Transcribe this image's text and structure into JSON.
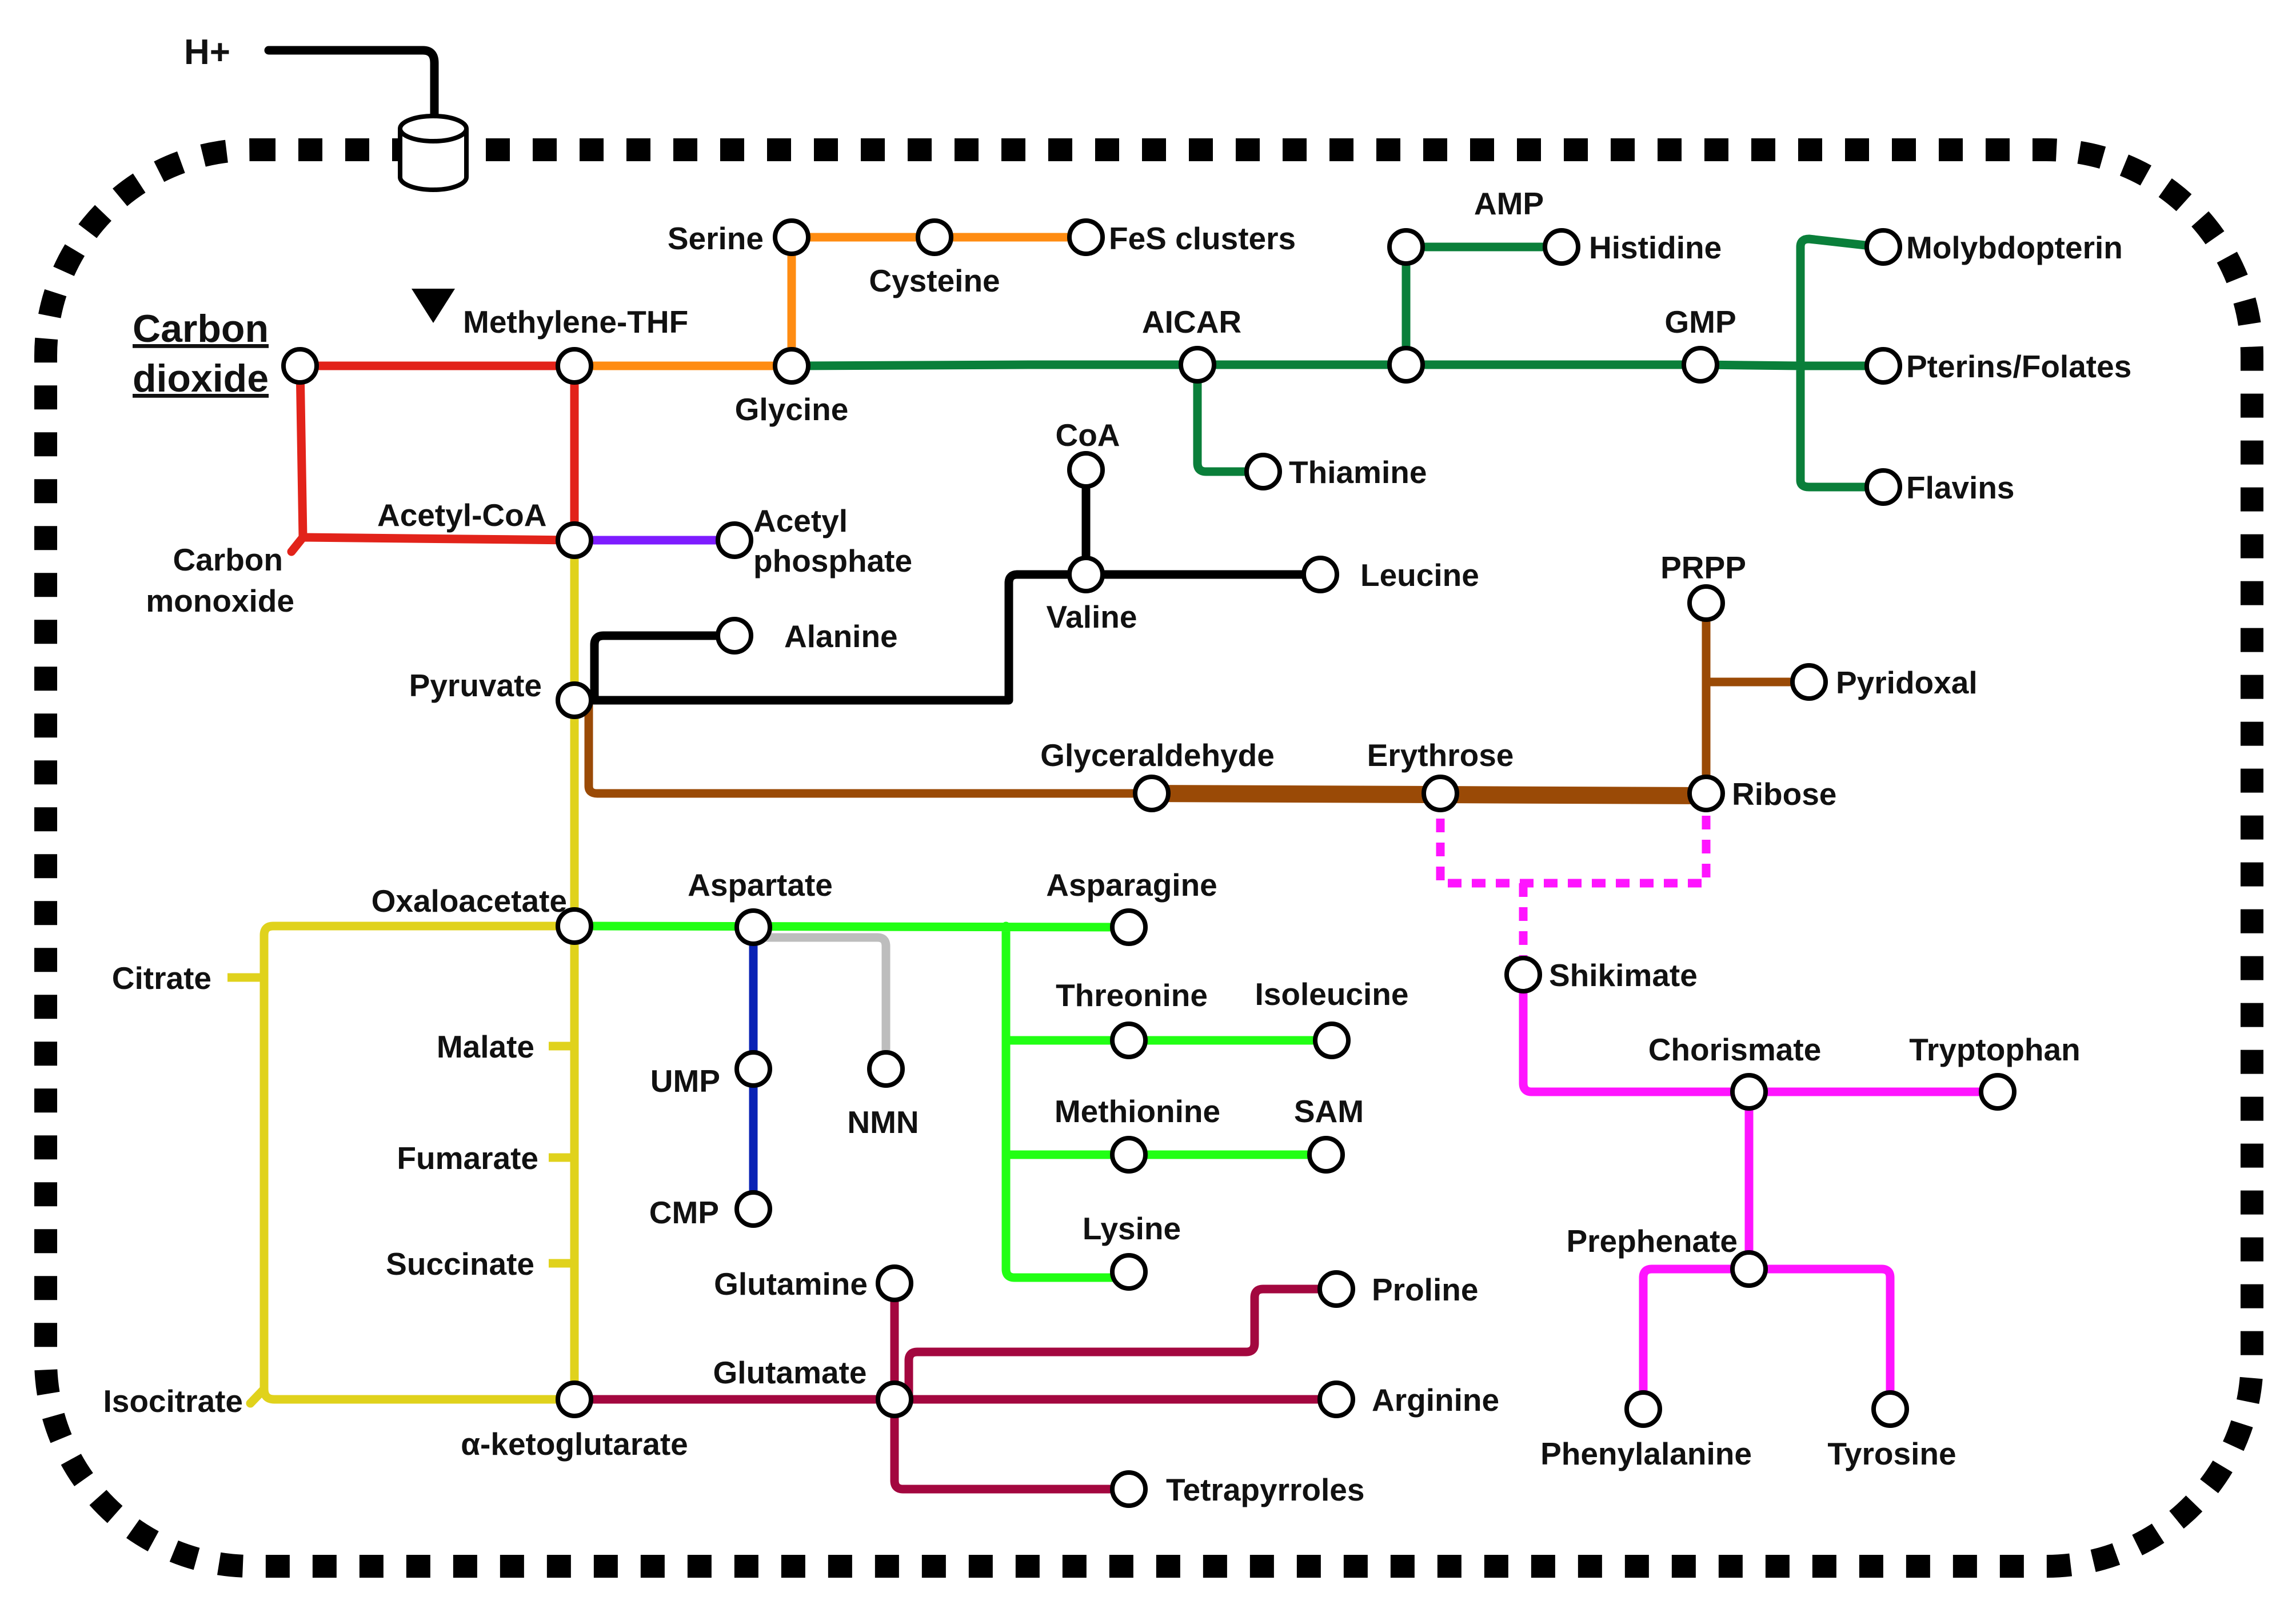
{
  "colors": {
    "carbon_fixation": "#e2231a",
    "one_carbon": "#ff8c12",
    "purine": "#0a7f3a",
    "acetyl": "#7d1cff",
    "tca": "#e0d21c",
    "branched": "#000000",
    "pentose": "#9a4a06",
    "aspartate_family": "#21ff14",
    "pyrimidine": "#0a23b5",
    "nmn": "#bdbdbd",
    "glutamate_family": "#a3073f",
    "aromatic": "#ff14ff",
    "membrane": "#000000"
  },
  "labels": {
    "proton": "H+",
    "carbon_dioxide_1": "Carbon",
    "carbon_dioxide_2": "dioxide",
    "methylene_thf": "Methylene-THF",
    "serine": "Serine",
    "cysteine": "Cysteine",
    "fes_clusters": "FeS clusters",
    "glycine": "Glycine",
    "aicar": "AICAR",
    "amp": "AMP",
    "histidine": "Histidine",
    "gmp": "GMP",
    "molybdopterin": "Molybdopterin",
    "pterins_folates": "Pterins/Folates",
    "flavins": "Flavins",
    "thiamine": "Thiamine",
    "acetyl_coa": "Acetyl-CoA",
    "acetyl_phosphate_1": "Acetyl",
    "acetyl_phosphate_2": "phosphate",
    "carbon_monoxide_1": "Carbon",
    "carbon_monoxide_2": "monoxide",
    "coa": "CoA",
    "valine": "Valine",
    "leucine": "Leucine",
    "alanine": "Alanine",
    "pyruvate": "Pyruvate",
    "prpp": "PRPP",
    "pyridoxal": "Pyridoxal",
    "glyceraldehyde": "Glyceraldehyde",
    "erythrose": "Erythrose",
    "ribose": "Ribose",
    "oxaloacetate": "Oxaloacetate",
    "aspartate": "Aspartate",
    "asparagine": "Asparagine",
    "citrate": "Citrate",
    "shikimate": "Shikimate",
    "threonine": "Threonine",
    "isoleucine": "Isoleucine",
    "malate": "Malate",
    "ump": "UMP",
    "nmn": "NMN",
    "chorismate": "Chorismate",
    "tryptophan": "Tryptophan",
    "methionine": "Methionine",
    "sam": "SAM",
    "fumarate": "Fumarate",
    "cmp": "CMP",
    "lysine": "Lysine",
    "prephenate": "Prephenate",
    "succinate": "Succinate",
    "glutamine": "Glutamine",
    "proline": "Proline",
    "glutamate": "Glutamate",
    "arginine": "Arginine",
    "isocitrate": "Isocitrate",
    "alpha_ketoglutarate": "α-ketoglutarate",
    "tetrapyrroles": "Tetrapyrroles",
    "phenylalanine": "Phenylalanine",
    "tyrosine": "Tyrosine"
  }
}
